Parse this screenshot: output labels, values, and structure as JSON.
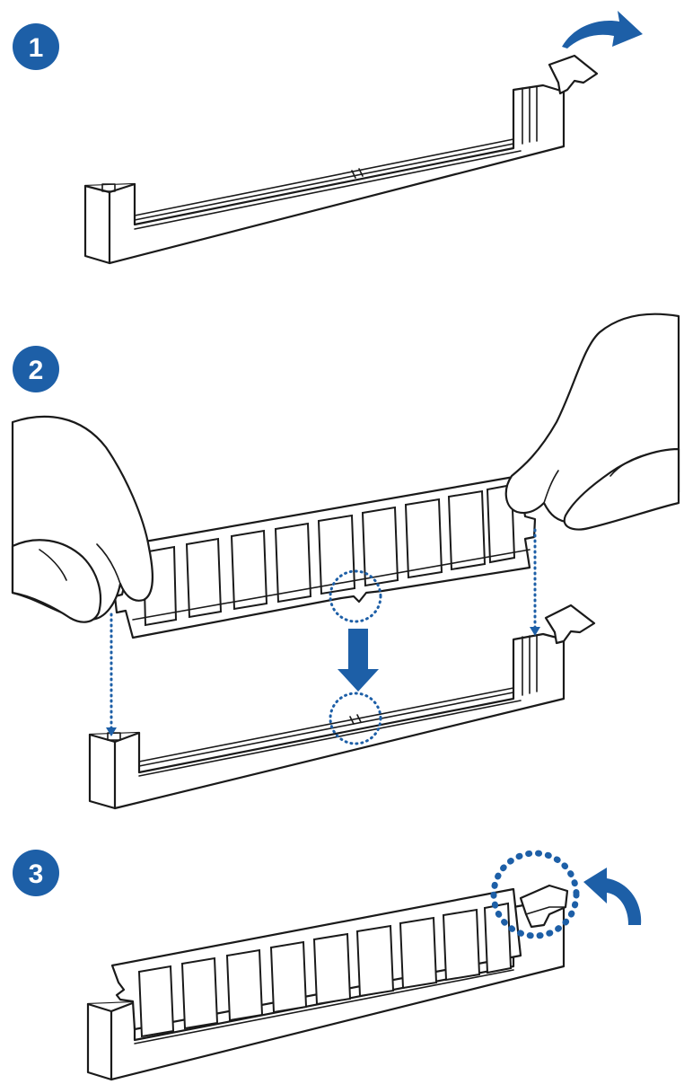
{
  "steps": [
    {
      "number": "1"
    },
    {
      "number": "2"
    },
    {
      "number": "3"
    }
  ],
  "colors": {
    "accent": "#1d5fa7",
    "line": "#1a1a1a",
    "background": "#ffffff"
  }
}
